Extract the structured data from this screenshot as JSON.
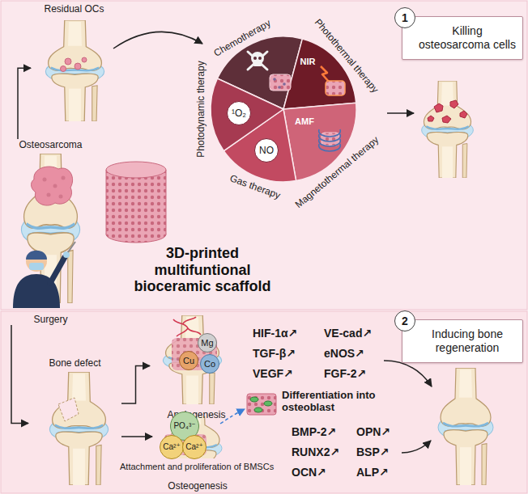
{
  "diagram": {
    "nodes": [
      {
        "text": [
          "Killing osteosarcoma cells"
        ]
      },
      {
        "text": [
          "1"
        ],
        "in": 0
      },
      {
        "text": [
          "Residual OCs"
        ]
      },
      {
        "text": [
          "Osteosarcoma",
          "Surgery"
        ]
      },
      {
        "text": [
          "¹O₂"
        ]
      },
      {
        "text": [
          "NO"
        ]
      },
      {
        "text": [
          "Inducing bone regeneration"
        ]
      },
      {
        "text": [
          "2"
        ],
        "in": 6
      },
      {
        "text": [
          "Bone defect"
        ]
      },
      {
        "text": [
          "Angiogenesis"
        ]
      },
      {
        "text": [
          "Mg"
        ],
        "in": 9
      },
      {
        "text": [
          "Cu"
        ],
        "in": 9
      },
      {
        "text": [
          "Co"
        ],
        "in": 9
      },
      {
        "text": [
          "Osteogenesis"
        ]
      },
      {
        "text": [
          "PO₄³⁻"
        ],
        "in": 13
      },
      {
        "text": [
          "Ca²⁺"
        ],
        "in": 13
      },
      {
        "text": [
          "Ca²⁺"
        ],
        "in": 13
      }
    ],
    "edges": [
      {
        "from": 3,
        "to": 2,
        "arrow": "to"
      },
      {
        "from": 3,
        "to": 8,
        "arrow": "to"
      },
      {
        "from": 8,
        "to": 9,
        "arrow": "to"
      },
      {
        "from": 8,
        "to": 13,
        "arrow": "to"
      }
    ],
    "labels": [
      "Chemotherapy",
      "Photothermal therapy",
      "Magnetothermal therapy",
      "Gas therapy",
      "Photodynamic therapy",
      "NIR",
      "AMF",
      "3D-printed multifuntional bioceramic scaffold",
      "HIF-1α↗",
      "TGF-β↗",
      "VEGF↗",
      "VE-cad↗",
      "eNOS↗",
      "FGF-2↗",
      "Differentiation into osteoblast",
      "Attachment and proliferation of BMSCs",
      "BMP-2↗",
      "RUNX2↗",
      "OCN↗",
      "OPN↗",
      "BSP↗",
      "ALP↗"
    ]
  }
}
